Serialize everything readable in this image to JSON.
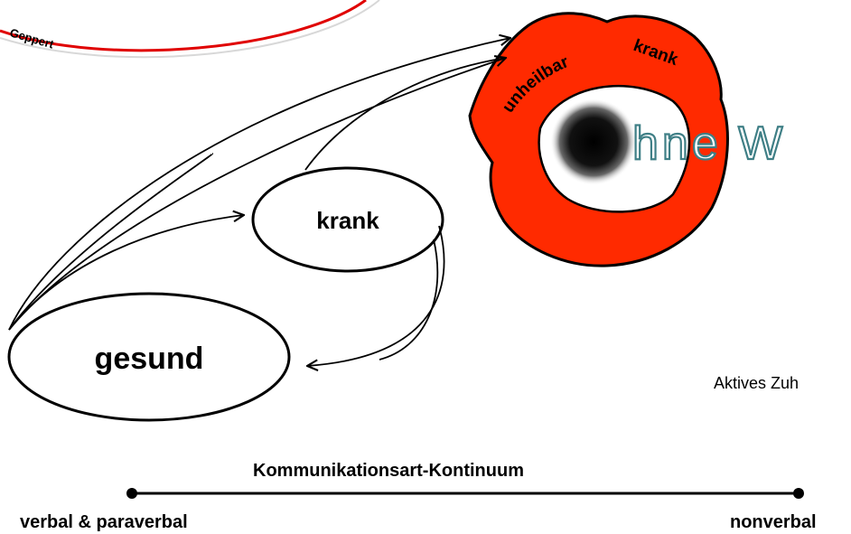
{
  "author": "Geppert",
  "nodes": {
    "gesund": "gesund",
    "krank": "krank"
  },
  "eye": {
    "arc_text_1": "unheilbar",
    "arc_text_2": "krank",
    "headline_partial": "hne W"
  },
  "aktives_label": "Aktives Zuh",
  "continuum": {
    "title": "Kommunikationsart-Kontinuum",
    "left_label": "verbal & paraverbal",
    "right_label": "nonverbal"
  },
  "colors": {
    "red": "#ff2a00",
    "banner_red": "#e00000",
    "headline_outline": "#3f7f86"
  }
}
